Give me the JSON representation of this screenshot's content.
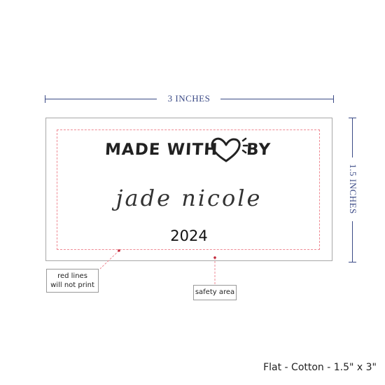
{
  "dimensions": {
    "width_label": "3 INCHES",
    "height_label": "1.5 INCHES",
    "line_color": "#3b4a86"
  },
  "label": {
    "line1_left": "MADE WITH",
    "line1_right": "BY",
    "heart_icon": "heart-icon",
    "signature": "jade nicole",
    "year": "2024"
  },
  "callouts": {
    "red_lines_line1": "red lines",
    "red_lines_line2": "will not print",
    "safety_area": "safety area",
    "safety_line_color": "#ef8a94"
  },
  "caption": "Flat - Cotton - 1.5\" x 3\""
}
